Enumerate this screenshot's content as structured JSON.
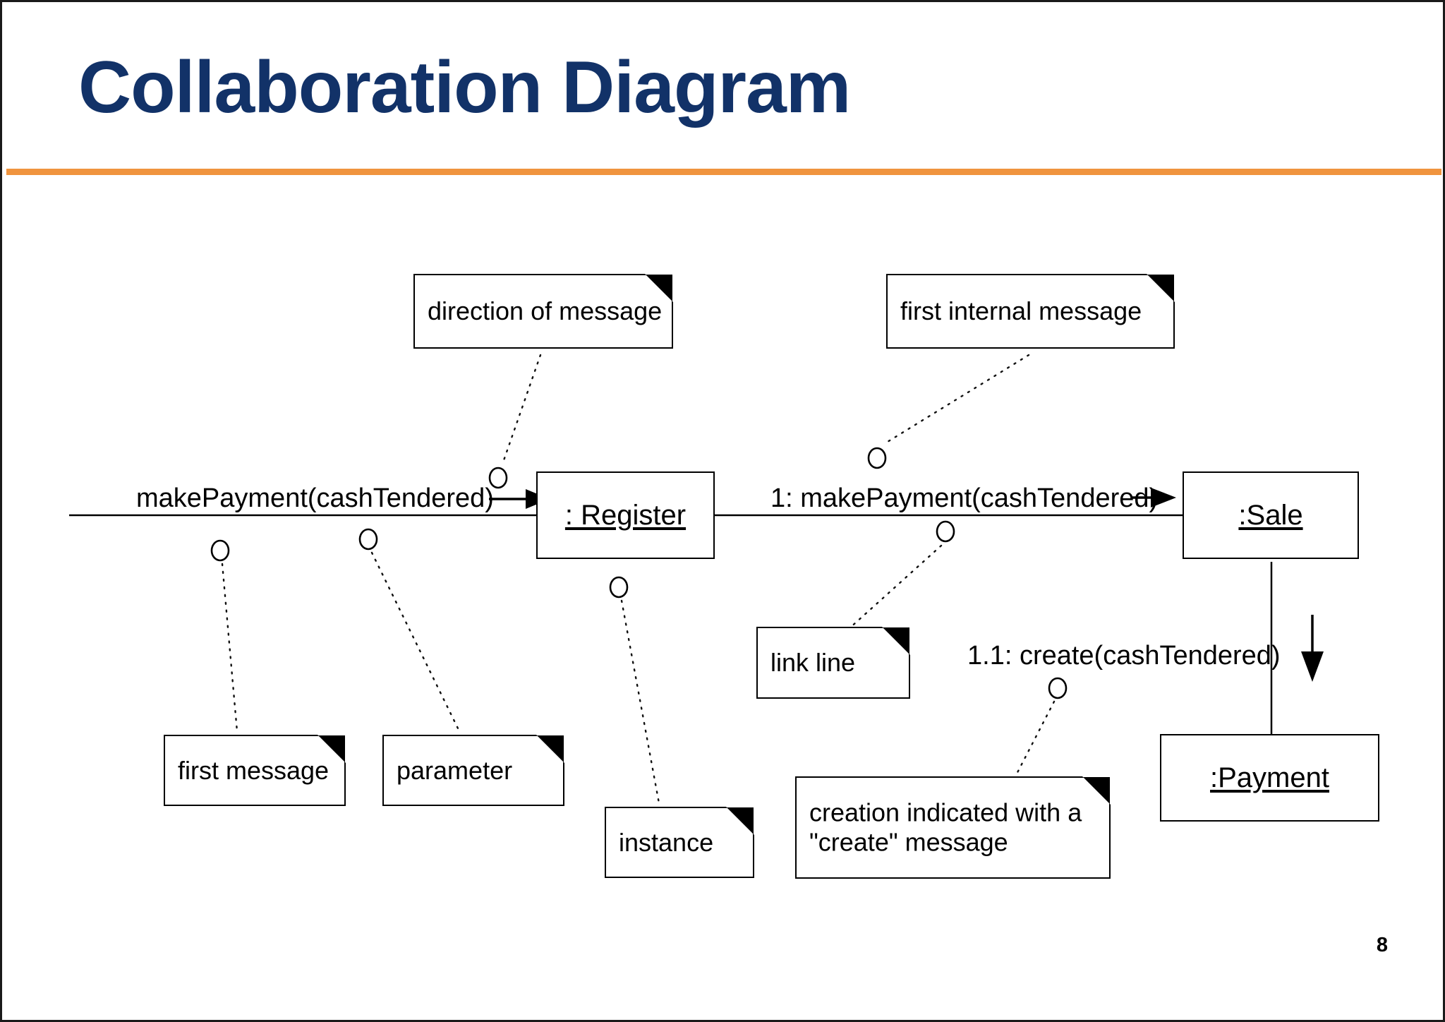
{
  "slide": {
    "title": "Collaboration Diagram",
    "page_number": "8",
    "accent_rule_color": "#F0943E",
    "title_color": "#123268"
  },
  "diagram": {
    "type": "uml-collaboration-diagram",
    "objects": [
      {
        "id": "register",
        "label": ": Register"
      },
      {
        "id": "sale",
        "label": ":Sale"
      },
      {
        "id": "payment",
        "label": ":Payment"
      }
    ],
    "messages": [
      {
        "id": "msg-entry",
        "label": "makePayment(cashTendered)",
        "to": "register"
      },
      {
        "id": "msg-internal",
        "label": "1: makePayment(cashTendered)",
        "from": "register",
        "to": "sale"
      },
      {
        "id": "msg-create",
        "label": "1.1: create(cashTendered)",
        "from": "sale",
        "to": "payment"
      }
    ],
    "notes": [
      {
        "id": "note-direction",
        "text": "direction of message"
      },
      {
        "id": "note-first-internal",
        "text": "first internal message"
      },
      {
        "id": "note-link-line",
        "text": "link line"
      },
      {
        "id": "note-first-message",
        "text": "first message"
      },
      {
        "id": "note-parameter",
        "text": "parameter"
      },
      {
        "id": "note-instance",
        "text": "instance"
      },
      {
        "id": "note-creation",
        "text": "creation indicated with a\n\"create\" message"
      }
    ]
  }
}
